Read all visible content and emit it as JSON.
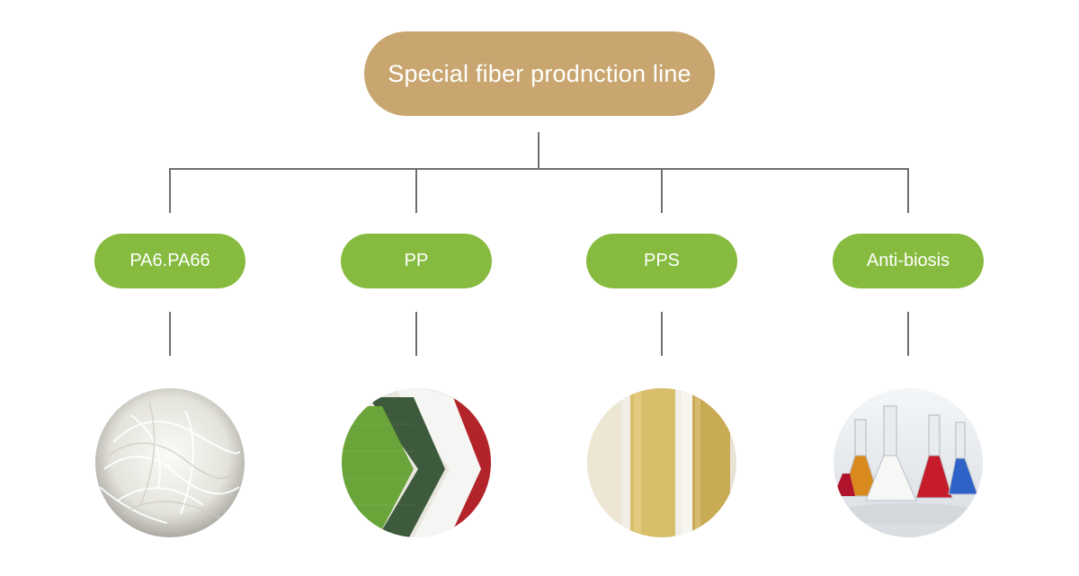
{
  "root": {
    "label": "Special fiber prodnction line"
  },
  "categories": [
    {
      "label": "PA6.PA66",
      "image_icon": "white-fiber-fluff"
    },
    {
      "label": "PP",
      "image_icon": "stacked-felt-fabric"
    },
    {
      "label": "PPS",
      "image_icon": "filter-bags"
    },
    {
      "label": "Anti-biosis",
      "image_icon": "colored-pellets-flasks"
    }
  ],
  "colors": {
    "root_fill": "#c9a66f",
    "category_fill": "#86bb3f",
    "connector": "#6e6e6e",
    "text": "#ffffff"
  }
}
